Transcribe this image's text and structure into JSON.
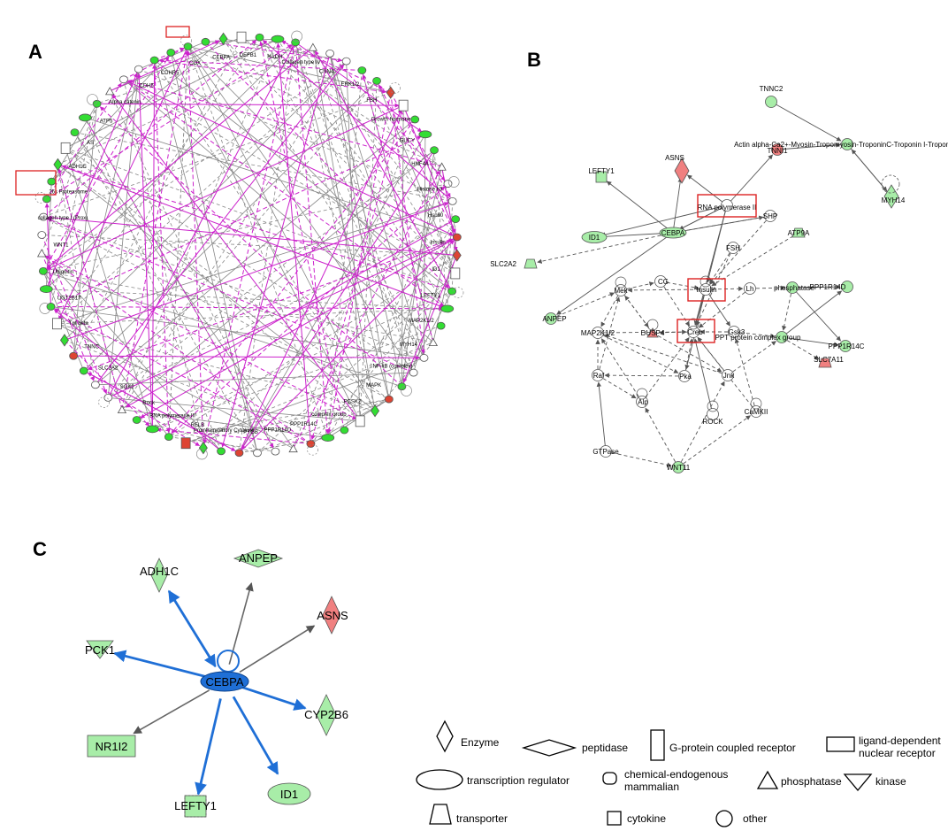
{
  "panels": {
    "a": {
      "letter": "A"
    },
    "b": {
      "letter": "B"
    },
    "c": {
      "letter": "C"
    }
  },
  "colors": {
    "green": "#33dd33",
    "light_green": "#a8eda8",
    "red": "#dd4433",
    "light_red": "#f08080",
    "blue": "#1f6fd6",
    "magenta": "#cc22cc",
    "gray": "#666666",
    "highlight": "#dd2222"
  },
  "panel_a": {
    "labels": [
      {
        "t": "CEBPA"
      },
      {
        "t": "COX"
      },
      {
        "t": "CDHR5"
      },
      {
        "t": "CDH5"
      },
      {
        "t": "Alpha catenin"
      },
      {
        "t": "ATP5"
      },
      {
        "t": "AS"
      },
      {
        "t": "ADH1C"
      },
      {
        "t": "26s Proteasome"
      },
      {
        "t": "collagen type I (Prox)"
      },
      {
        "t": "WNT1"
      },
      {
        "t": "Ubiquitin"
      },
      {
        "t": "UGT2B17"
      },
      {
        "t": "Tgf beta"
      },
      {
        "t": "TNNC"
      },
      {
        "t": "SLC2A2"
      },
      {
        "t": "SGK2"
      },
      {
        "t": "Rock"
      },
      {
        "t": "RNA polymerase III"
      },
      {
        "t": "RELB"
      },
      {
        "t": "Proinflammatory Cytokine"
      },
      {
        "t": "PYGB"
      },
      {
        "t": "PPP1R14D"
      },
      {
        "t": "PPP1R14C"
      },
      {
        "t": "complex group"
      },
      {
        "t": "PCSK2"
      },
      {
        "t": "MAPK"
      },
      {
        "t": "NF-kB (complex)"
      },
      {
        "t": "MYH14"
      },
      {
        "t": "MAP2K1/2"
      },
      {
        "t": "LEFTY1"
      },
      {
        "t": "ID1"
      },
      {
        "t": "Insulin"
      },
      {
        "t": "Hsp90"
      },
      {
        "t": "Histone h3"
      },
      {
        "t": "HNF4A"
      },
      {
        "t": "GUCY"
      },
      {
        "t": "Growth hormone"
      },
      {
        "t": "FSH"
      },
      {
        "t": "ERK1/2"
      },
      {
        "t": "CNN4"
      },
      {
        "t": "Collagen type IV"
      },
      {
        "t": "HADH"
      },
      {
        "t": "DEFB1"
      }
    ]
  },
  "panel_b": {
    "nodes": {
      "tnnc2": "TNNC2",
      "actin": "Actin alpha-Ca2+-Myosin-Tropomyosin-TroponinC-Troponin I-Troponi",
      "tnni1": "TNNI1",
      "asns": "ASNS",
      "lefty1": "LEFTY1",
      "myh14": "MYH14",
      "rnapol": "RNA polymerase II",
      "shp": "SHP",
      "id1": "ID1",
      "cebpa": "CEBPA",
      "atp9a": "ATP9A",
      "slc2a2": "SLC2A2",
      "fsh": "FSH",
      "cg": "CG",
      "mek": "Mek",
      "insulin": "Insulin",
      "lh": "Lh",
      "phosphatase": "phosphatase",
      "ppp1r14d": "PPP1R14D",
      "anpep": "ANPEP",
      "map2k12": "MAP2K1/2",
      "dusp4": "DUSP4",
      "creb": "Creb",
      "gsk3": "Gsk3",
      "ppt": "PPT protein complex group",
      "ppp1r14c": "PPP1R14C",
      "slc7a11": "SLC7A11",
      "raf": "Raf",
      "pka": "Pka",
      "jnk": "Jnk",
      "alp": "Alp",
      "camkii": "CaMKII",
      "rock": "ROCK",
      "gtpase": "GTPase",
      "wnt11": "WNT11"
    }
  },
  "panel_c": {
    "center": "CEBPA",
    "nodes": {
      "adh1c": "ADH1C",
      "anpep": "ANPEP",
      "asns": "ASNS",
      "pck1": "PCK1",
      "cyp2b6": "CYP2B6",
      "nr1i2": "NR1I2",
      "lefty1": "LEFTY1",
      "id1": "ID1"
    }
  },
  "legend": {
    "enzyme": "Enzyme",
    "peptidase": "peptidase",
    "gpcr": "G-protein coupled receptor",
    "ligand_1": "ligand-dependent",
    "ligand_2": "nuclear receptor",
    "tr": "transcription regulator",
    "chem_1": "chemical-endogenous",
    "chem_2": "mammalian",
    "phosphatase": "phosphatase",
    "kinase": "kinase",
    "transporter": "transporter",
    "cytokine": "cytokine",
    "other": "other"
  }
}
